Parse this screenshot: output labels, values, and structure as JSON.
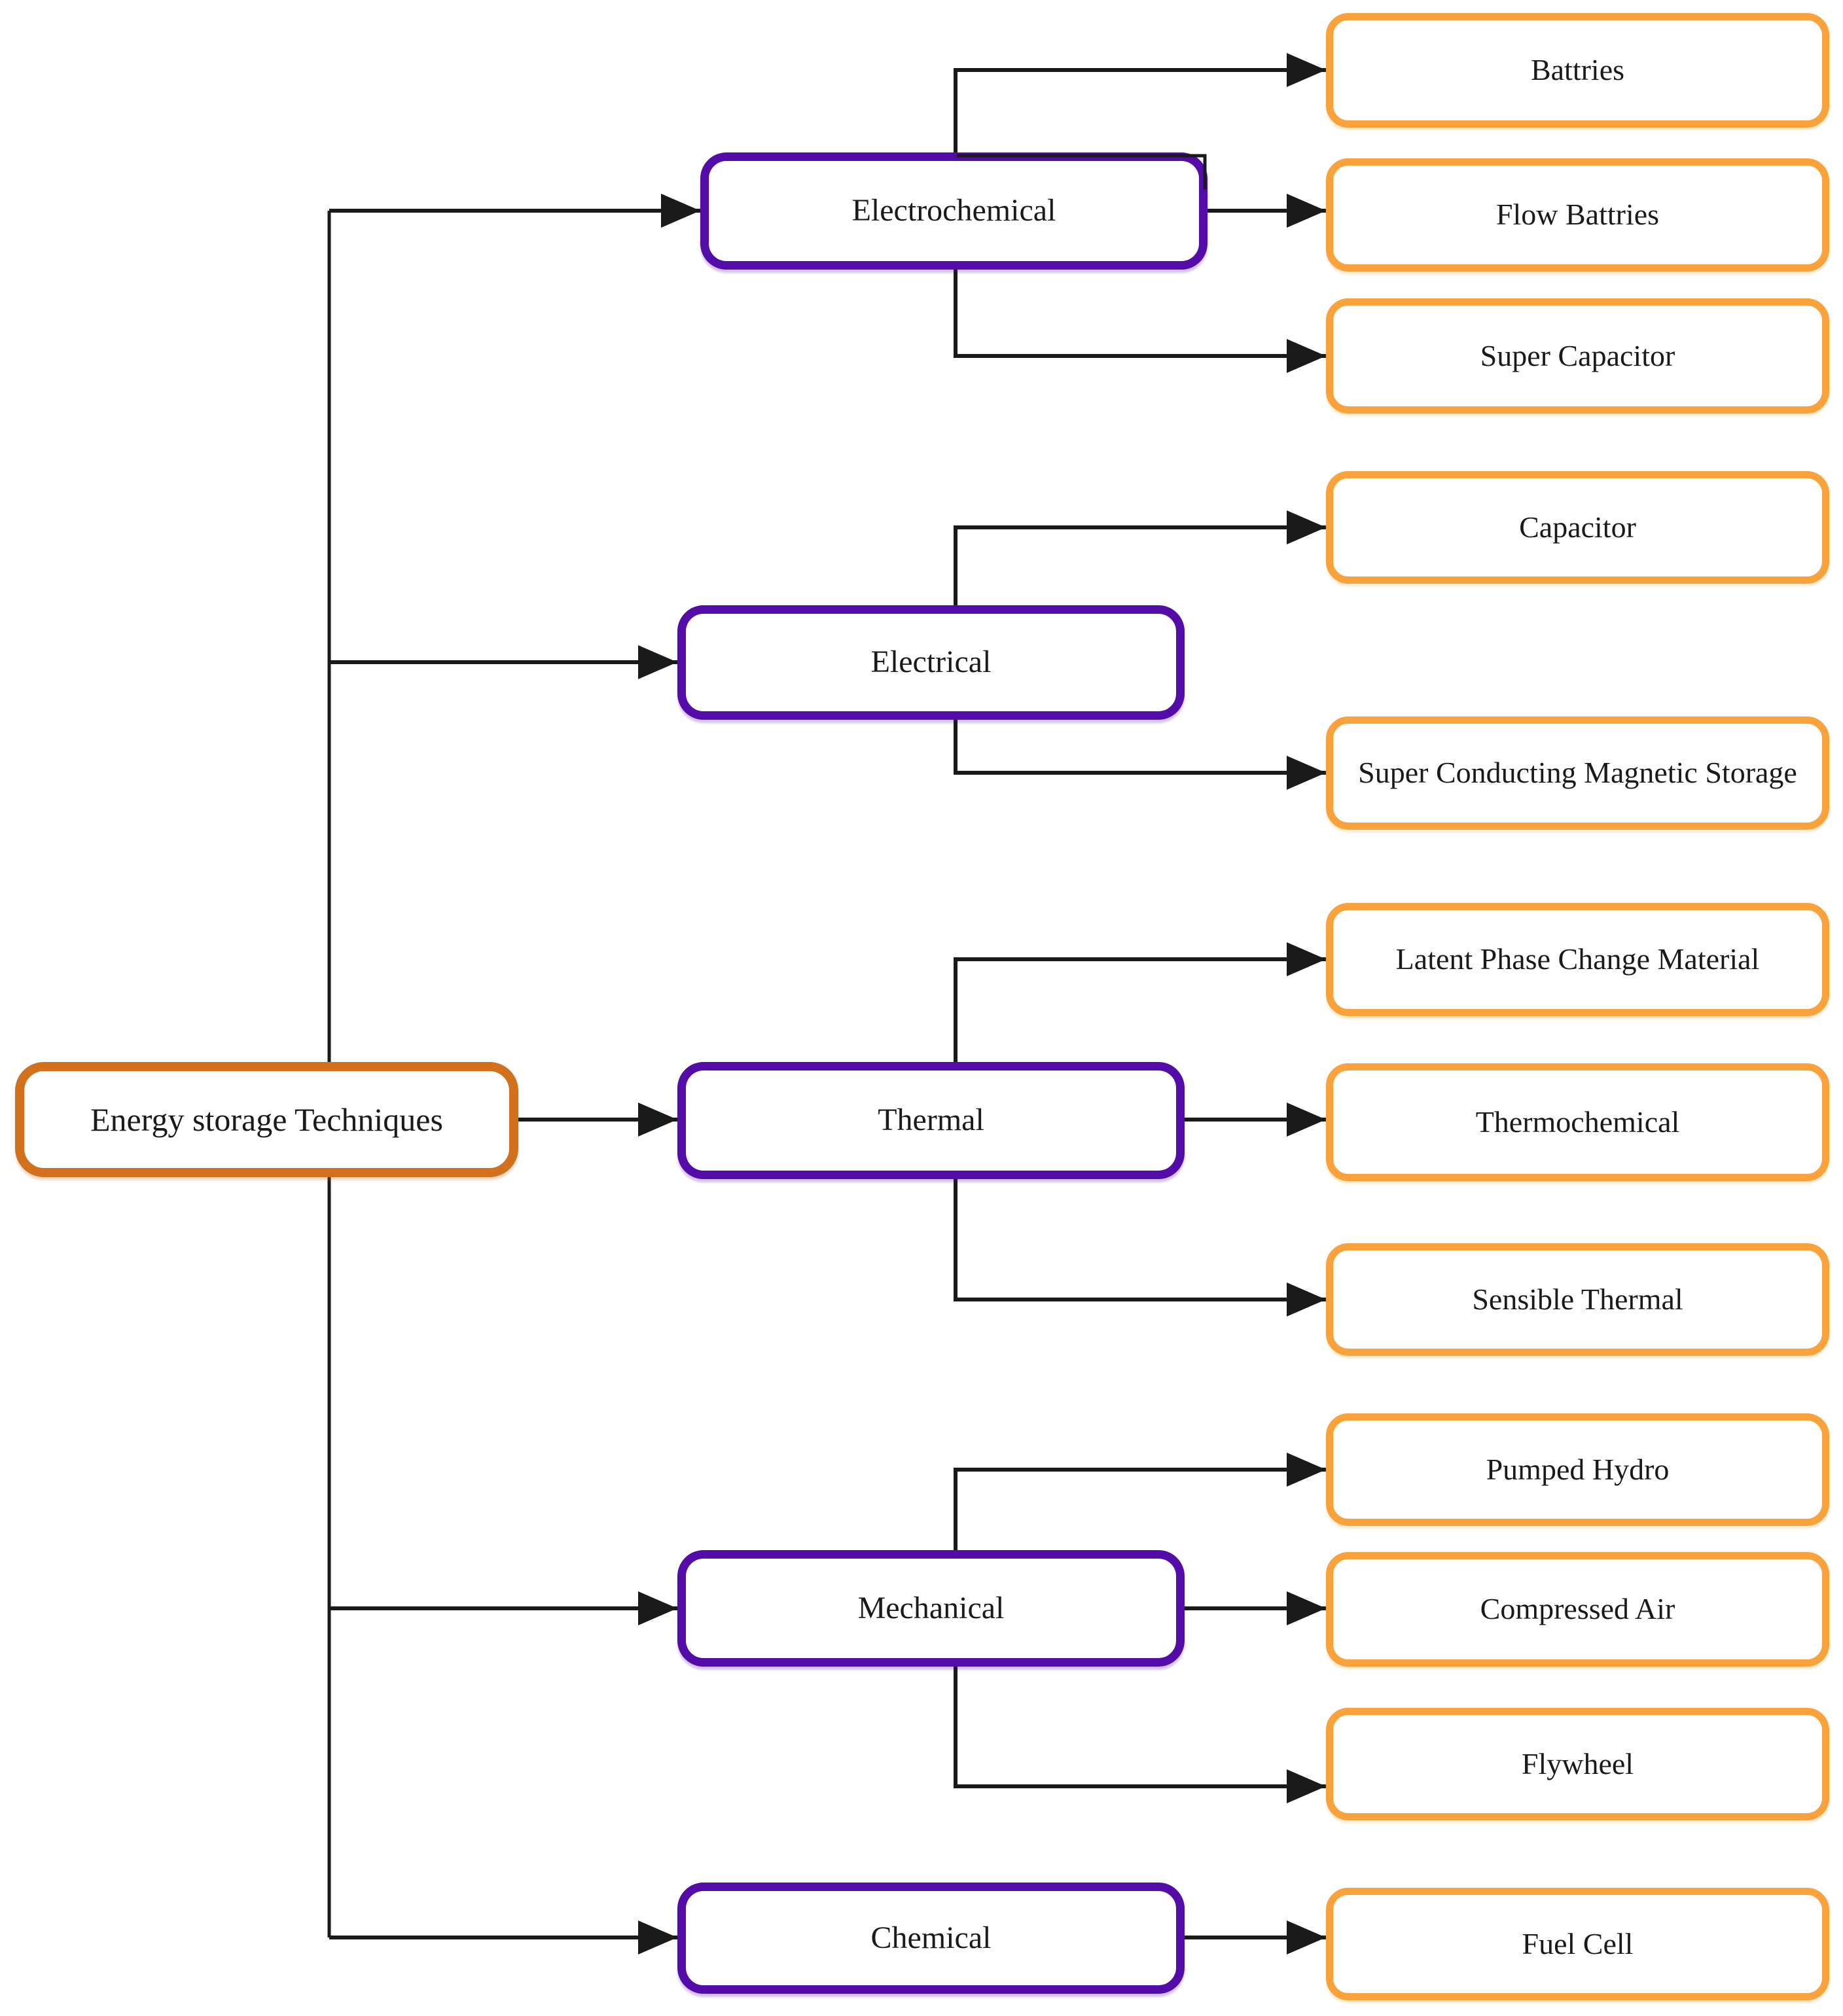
{
  "diagram_title": "Energy storage Techniques tree diagram",
  "colors": {
    "root_border": "#d2701e",
    "category_border": "#530ca8",
    "leaf_border": "#f9a23c",
    "connector": "#1a1a1a",
    "text": "#1a1a1a",
    "background": "#ffffff"
  },
  "nodes": {
    "root": {
      "label": "Energy storage Techniques"
    },
    "electrochemical": {
      "label": "Electrochemical"
    },
    "electrical": {
      "label": "Electrical"
    },
    "thermal": {
      "label": "Thermal"
    },
    "mechanical": {
      "label": "Mechanical"
    },
    "chemical": {
      "label": "Chemical"
    },
    "battries": {
      "label": "Battries"
    },
    "flow_battries": {
      "label": "Flow Battries"
    },
    "super_capacitor": {
      "label": "Super Capacitor"
    },
    "capacitor": {
      "label": "Capacitor"
    },
    "scms": {
      "label": "Super Conducting Magnetic Storage"
    },
    "latent": {
      "label": "Latent Phase Change Material"
    },
    "thermochemical": {
      "label": "Thermochemical"
    },
    "sensible_thermal": {
      "label": "Sensible Thermal"
    },
    "pumped_hydro": {
      "label": "Pumped Hydro"
    },
    "compressed_air": {
      "label": "Compressed Air"
    },
    "flywheel": {
      "label": "Flywheel"
    },
    "fuel_cell": {
      "label": "Fuel Cell"
    }
  },
  "hierarchy": {
    "root": "root",
    "children": {
      "root": [
        "electrochemical",
        "electrical",
        "thermal",
        "mechanical",
        "chemical"
      ],
      "electrochemical": [
        "battries",
        "flow_battries",
        "super_capacitor"
      ],
      "electrical": [
        "capacitor",
        "scms"
      ],
      "thermal": [
        "latent",
        "thermochemical",
        "sensible_thermal"
      ],
      "mechanical": [
        "pumped_hydro",
        "compressed_air",
        "flywheel"
      ],
      "chemical": [
        "fuel_cell"
      ]
    }
  }
}
